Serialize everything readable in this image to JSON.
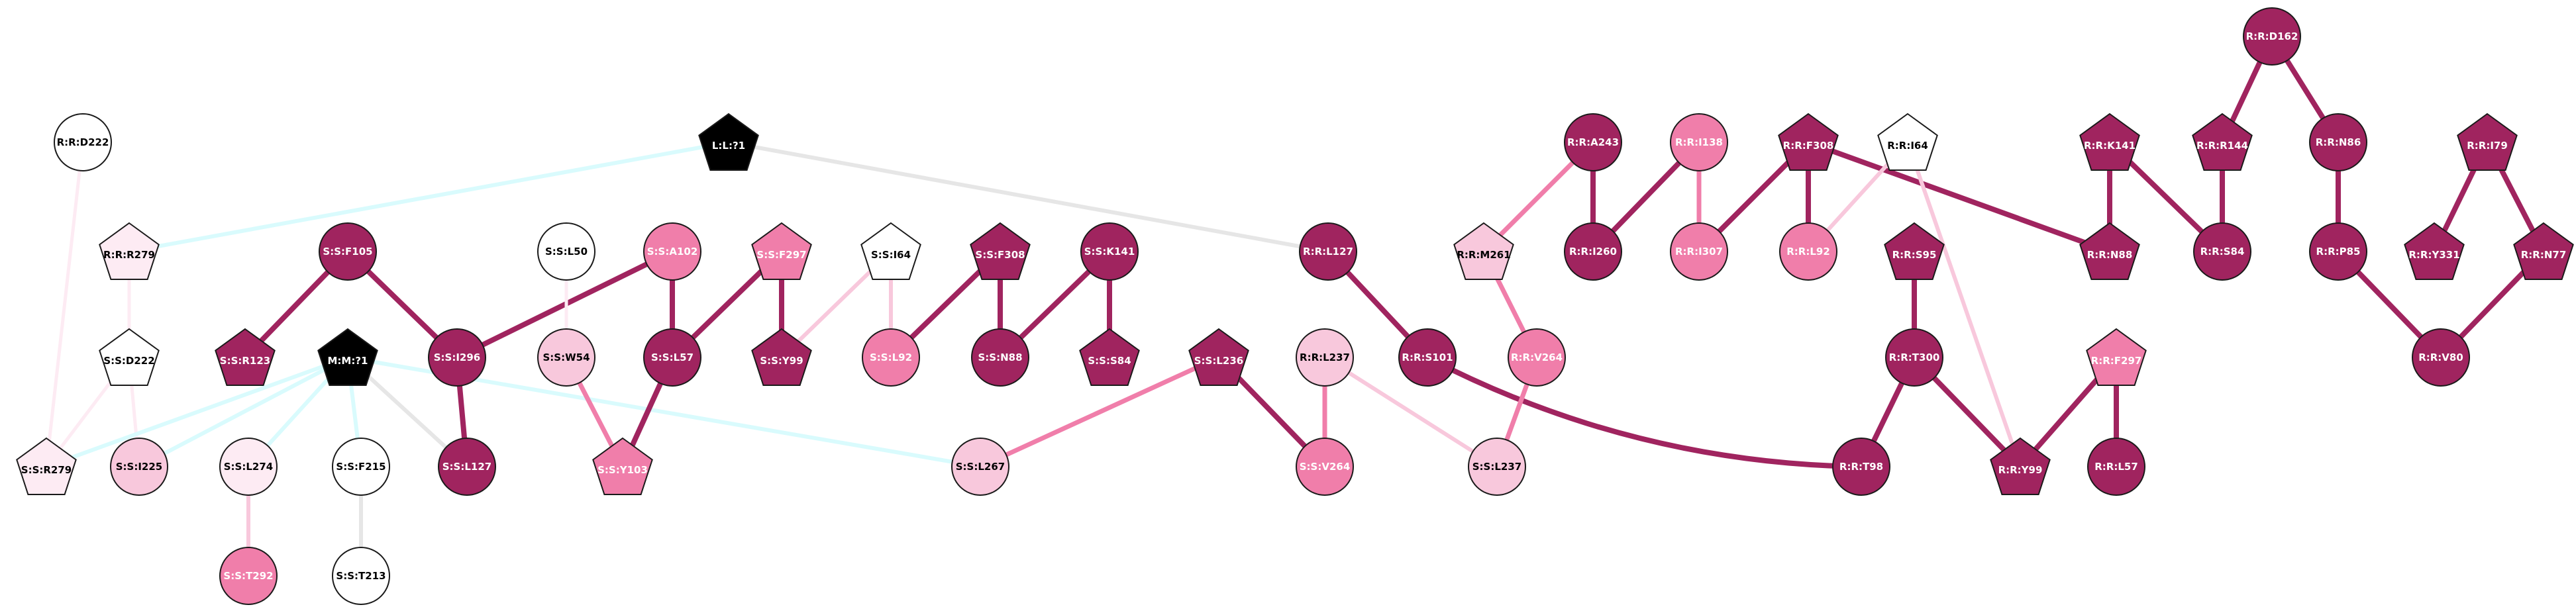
{
  "colors": {
    "dark": "#a0245f",
    "medium": "#f07eaa",
    "light": "#f8c8dc",
    "pale": "#fdebf3",
    "white": "#ffffff",
    "black": "#000000",
    "edge_gray": "#e6e6e6",
    "edge_cyan": "#d9fbfd"
  },
  "nodes": [
    {
      "id": "R:R:D222",
      "label": "R:R:D222",
      "shape": "circle",
      "fill": "white"
    },
    {
      "id": "R:R:R279",
      "label": "R:R:R279",
      "shape": "pentagon",
      "fill": "pale"
    },
    {
      "id": "S:S:D222",
      "label": "S:S:D222",
      "shape": "pentagon",
      "fill": "white"
    },
    {
      "id": "S:S:R279",
      "label": "S:S:R279",
      "shape": "pentagon",
      "fill": "pale"
    },
    {
      "id": "S:S:I225",
      "label": "S:S:I225",
      "shape": "circle",
      "fill": "light"
    },
    {
      "id": "S:S:F105",
      "label": "S:S:F105",
      "shape": "circle",
      "fill": "dark"
    },
    {
      "id": "S:S:R123",
      "label": "S:S:R123",
      "shape": "pentagon",
      "fill": "dark"
    },
    {
      "id": "M:M:?1",
      "label": "M:M:?1",
      "shape": "pentagon",
      "fill": "black"
    },
    {
      "id": "S:S:I296",
      "label": "S:S:I296",
      "shape": "circle",
      "fill": "dark"
    },
    {
      "id": "S:S:L127",
      "label": "S:S:L127",
      "shape": "circle",
      "fill": "dark"
    },
    {
      "id": "S:S:L274",
      "label": "S:S:L274",
      "shape": "circle",
      "fill": "pale"
    },
    {
      "id": "S:S:T292",
      "label": "S:S:T292",
      "shape": "circle",
      "fill": "medium"
    },
    {
      "id": "S:S:F215",
      "label": "S:S:F215",
      "shape": "circle",
      "fill": "white"
    },
    {
      "id": "S:S:T213",
      "label": "S:S:T213",
      "shape": "circle",
      "fill": "white"
    },
    {
      "id": "S:S:L50",
      "label": "S:S:L50",
      "shape": "circle",
      "fill": "white"
    },
    {
      "id": "S:S:W54",
      "label": "S:S:W54",
      "shape": "circle",
      "fill": "light"
    },
    {
      "id": "S:S:A102",
      "label": "S:S:A102",
      "shape": "circle",
      "fill": "medium"
    },
    {
      "id": "S:S:L57",
      "label": "S:S:L57",
      "shape": "circle",
      "fill": "dark"
    },
    {
      "id": "S:S:Y103",
      "label": "S:S:Y103",
      "shape": "pentagon",
      "fill": "medium"
    },
    {
      "id": "S:S:F297",
      "label": "S:S:F297",
      "shape": "pentagon",
      "fill": "medium"
    },
    {
      "id": "S:S:Y99",
      "label": "S:S:Y99",
      "shape": "pentagon",
      "fill": "dark"
    },
    {
      "id": "L:L:?1",
      "label": "L:L:?1",
      "shape": "pentagon",
      "fill": "black"
    },
    {
      "id": "S:S:I64",
      "label": "S:S:I64",
      "shape": "pentagon",
      "fill": "white"
    },
    {
      "id": "S:S:L92",
      "label": "S:S:L92",
      "shape": "circle",
      "fill": "medium"
    },
    {
      "id": "S:S:F308",
      "label": "S:S:F308",
      "shape": "pentagon",
      "fill": "dark"
    },
    {
      "id": "S:S:N88",
      "label": "S:S:N88",
      "shape": "circle",
      "fill": "dark"
    },
    {
      "id": "S:S:K141",
      "label": "S:S:K141",
      "shape": "circle",
      "fill": "dark"
    },
    {
      "id": "S:S:S84",
      "label": "S:S:S84",
      "shape": "pentagon",
      "fill": "dark"
    },
    {
      "id": "S:S:L267",
      "label": "S:S:L267",
      "shape": "circle",
      "fill": "light"
    },
    {
      "id": "S:S:L236",
      "label": "S:S:L236",
      "shape": "pentagon",
      "fill": "dark"
    },
    {
      "id": "S:S:V264",
      "label": "S:S:V264",
      "shape": "circle",
      "fill": "medium"
    },
    {
      "id": "R:R:L237",
      "label": "R:R:L237",
      "shape": "circle",
      "fill": "light"
    },
    {
      "id": "S:S:L237",
      "label": "S:S:L237",
      "shape": "circle",
      "fill": "light"
    },
    {
      "id": "R:R:L127",
      "label": "R:R:L127",
      "shape": "circle",
      "fill": "dark"
    },
    {
      "id": "R:R:S101",
      "label": "R:R:S101",
      "shape": "circle",
      "fill": "dark"
    },
    {
      "id": "R:R:M261",
      "label": "R:R:M261",
      "shape": "pentagon",
      "fill": "light"
    },
    {
      "id": "R:R:V264",
      "label": "R:R:V264",
      "shape": "circle",
      "fill": "medium"
    },
    {
      "id": "R:R:A243",
      "label": "R:R:A243",
      "shape": "circle",
      "fill": "dark"
    },
    {
      "id": "R:R:I260",
      "label": "R:R:I260",
      "shape": "circle",
      "fill": "dark"
    },
    {
      "id": "R:R:I138",
      "label": "R:R:I138",
      "shape": "circle",
      "fill": "medium"
    },
    {
      "id": "R:R:I307",
      "label": "R:R:I307",
      "shape": "circle",
      "fill": "medium"
    },
    {
      "id": "R:R:F308",
      "label": "R:R:F308",
      "shape": "pentagon",
      "fill": "dark"
    },
    {
      "id": "R:R:L92",
      "label": "R:R:L92",
      "shape": "circle",
      "fill": "medium"
    },
    {
      "id": "R:R:I64",
      "label": "R:R:I64",
      "shape": "pentagon",
      "fill": "white"
    },
    {
      "id": "R:R:S95",
      "label": "R:R:S95",
      "shape": "pentagon",
      "fill": "dark"
    },
    {
      "id": "R:R:T300",
      "label": "R:R:T300",
      "shape": "circle",
      "fill": "dark"
    },
    {
      "id": "R:R:T98",
      "label": "R:R:T98",
      "shape": "circle",
      "fill": "dark"
    },
    {
      "id": "R:R:Y99",
      "label": "R:R:Y99",
      "shape": "pentagon",
      "fill": "dark"
    },
    {
      "id": "R:R:F297",
      "label": "R:R:F297",
      "shape": "pentagon",
      "fill": "medium"
    },
    {
      "id": "R:R:L57",
      "label": "R:R:L57",
      "shape": "circle",
      "fill": "dark"
    },
    {
      "id": "R:R:K141",
      "label": "R:R:K141",
      "shape": "pentagon",
      "fill": "dark"
    },
    {
      "id": "R:R:N88",
      "label": "R:R:N88",
      "shape": "pentagon",
      "fill": "dark"
    },
    {
      "id": "R:R:D162",
      "label": "R:R:D162",
      "shape": "circle",
      "fill": "dark"
    },
    {
      "id": "R:R:R144",
      "label": "R:R:R144",
      "shape": "pentagon",
      "fill": "dark"
    },
    {
      "id": "R:R:S84",
      "label": "R:R:S84",
      "shape": "circle",
      "fill": "dark"
    },
    {
      "id": "R:R:N86",
      "label": "R:R:N86",
      "shape": "circle",
      "fill": "dark"
    },
    {
      "id": "R:R:P85",
      "label": "R:R:P85",
      "shape": "circle",
      "fill": "dark"
    },
    {
      "id": "R:R:V80",
      "label": "R:R:V80",
      "shape": "circle",
      "fill": "dark"
    },
    {
      "id": "R:R:I79",
      "label": "R:R:I79",
      "shape": "pentagon",
      "fill": "dark"
    },
    {
      "id": "R:R:Y331",
      "label": "R:R:Y331",
      "shape": "pentagon",
      "fill": "dark"
    },
    {
      "id": "R:R:N77",
      "label": "R:R:N77",
      "shape": "pentagon",
      "fill": "dark"
    }
  ],
  "edges": [
    {
      "source": "R:R:D222",
      "target": "S:S:R279",
      "color": "pale"
    },
    {
      "source": "R:R:R279",
      "target": "S:S:D222",
      "color": "pale"
    },
    {
      "source": "R:R:R279",
      "target": "L:L:?1",
      "color": "edge_cyan"
    },
    {
      "source": "S:S:D222",
      "target": "S:S:R279",
      "color": "pale"
    },
    {
      "source": "S:S:D222",
      "target": "S:S:I225",
      "color": "pale"
    },
    {
      "source": "S:S:F105",
      "target": "S:S:R123",
      "color": "dark"
    },
    {
      "source": "S:S:F105",
      "target": "S:S:I296",
      "color": "dark"
    },
    {
      "source": "M:M:?1",
      "target": "S:S:R279",
      "color": "edge_cyan"
    },
    {
      "source": "M:M:?1",
      "target": "S:S:I225",
      "color": "edge_cyan"
    },
    {
      "source": "M:M:?1",
      "target": "S:S:L274",
      "color": "edge_cyan"
    },
    {
      "source": "M:M:?1",
      "target": "S:S:F215",
      "color": "edge_cyan"
    },
    {
      "source": "M:M:?1",
      "target": "S:S:L127",
      "color": "edge_gray"
    },
    {
      "source": "M:M:?1",
      "target": "S:S:L267",
      "color": "edge_cyan"
    },
    {
      "source": "S:S:I296",
      "target": "S:S:L127",
      "color": "dark"
    },
    {
      "source": "S:S:I296",
      "target": "S:S:A102",
      "color": "dark"
    },
    {
      "source": "S:S:L274",
      "target": "S:S:T292",
      "color": "light"
    },
    {
      "source": "S:S:F215",
      "target": "S:S:T213",
      "color": "edge_gray"
    },
    {
      "source": "S:S:L50",
      "target": "S:S:W54",
      "color": "pale"
    },
    {
      "source": "S:S:W54",
      "target": "S:S:Y103",
      "color": "medium"
    },
    {
      "source": "S:S:A102",
      "target": "S:S:L57",
      "color": "dark"
    },
    {
      "source": "S:S:L57",
      "target": "S:S:Y103",
      "color": "dark"
    },
    {
      "source": "S:S:F297",
      "target": "S:S:L57",
      "color": "dark"
    },
    {
      "source": "S:S:F297",
      "target": "S:S:Y99",
      "color": "dark"
    },
    {
      "source": "S:S:I64",
      "target": "S:S:Y99",
      "color": "light"
    },
    {
      "source": "S:S:I64",
      "target": "S:S:L92",
      "color": "light"
    },
    {
      "source": "S:S:F308",
      "target": "S:S:L92",
      "color": "dark"
    },
    {
      "source": "S:S:F308",
      "target": "S:S:N88",
      "color": "dark"
    },
    {
      "source": "S:S:K141",
      "target": "S:S:N88",
      "color": "dark"
    },
    {
      "source": "S:S:K141",
      "target": "S:S:S84",
      "color": "dark"
    },
    {
      "source": "L:L:?1",
      "target": "R:R:L127",
      "color": "edge_gray"
    },
    {
      "source": "S:S:L236",
      "target": "S:S:L267",
      "color": "medium"
    },
    {
      "source": "S:S:L236",
      "target": "S:S:V264",
      "color": "dark"
    },
    {
      "source": "R:R:L237",
      "target": "S:S:V264",
      "color": "medium"
    },
    {
      "source": "R:R:L237",
      "target": "S:S:L237",
      "color": "light"
    },
    {
      "source": "R:R:L127",
      "target": "R:R:S101",
      "color": "dark"
    },
    {
      "source": "R:R:S101",
      "target": "R:R:T98",
      "color": "dark"
    },
    {
      "source": "R:R:M261",
      "target": "R:R:A243",
      "color": "medium"
    },
    {
      "source": "R:R:M261",
      "target": "R:R:V264",
      "color": "medium"
    },
    {
      "source": "R:R:V264",
      "target": "S:S:L237",
      "color": "medium"
    },
    {
      "source": "R:R:A243",
      "target": "R:R:I260",
      "color": "dark"
    },
    {
      "source": "R:R:I138",
      "target": "R:R:I260",
      "color": "dark"
    },
    {
      "source": "R:R:I138",
      "target": "R:R:I307",
      "color": "medium"
    },
    {
      "source": "R:R:F308",
      "target": "R:R:I307",
      "color": "dark"
    },
    {
      "source": "R:R:F308",
      "target": "R:R:L92",
      "color": "dark"
    },
    {
      "source": "R:R:F308",
      "target": "R:R:N88",
      "color": "dark"
    },
    {
      "source": "R:R:I64",
      "target": "R:R:L92",
      "color": "light"
    },
    {
      "source": "R:R:I64",
      "target": "R:R:Y99",
      "color": "light"
    },
    {
      "source": "R:R:S95",
      "target": "R:R:T300",
      "color": "dark"
    },
    {
      "source": "R:R:T300",
      "target": "R:R:T98",
      "color": "dark"
    },
    {
      "source": "R:R:T300",
      "target": "R:R:Y99",
      "color": "dark"
    },
    {
      "source": "R:R:F297",
      "target": "R:R:Y99",
      "color": "dark"
    },
    {
      "source": "R:R:F297",
      "target": "R:R:L57",
      "color": "dark"
    },
    {
      "source": "R:R:K141",
      "target": "R:R:N88",
      "color": "dark"
    },
    {
      "source": "R:R:K141",
      "target": "R:R:S84",
      "color": "dark"
    },
    {
      "source": "R:R:D162",
      "target": "R:R:R144",
      "color": "dark"
    },
    {
      "source": "R:R:D162",
      "target": "R:R:N86",
      "color": "dark"
    },
    {
      "source": "R:R:R144",
      "target": "R:R:S84",
      "color": "dark"
    },
    {
      "source": "R:R:N86",
      "target": "R:R:P85",
      "color": "dark"
    },
    {
      "source": "R:R:P85",
      "target": "R:R:V80",
      "color": "dark"
    },
    {
      "source": "R:R:I79",
      "target": "R:R:Y331",
      "color": "dark"
    },
    {
      "source": "R:R:I79",
      "target": "R:R:N77",
      "color": "dark"
    },
    {
      "source": "R:R:N77",
      "target": "R:R:V80",
      "color": "dark"
    }
  ]
}
